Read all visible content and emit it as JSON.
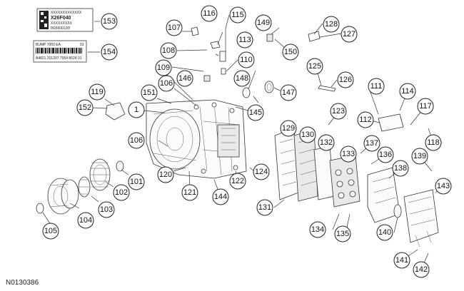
{
  "figure_id": "N0130386",
  "label_153": {
    "lines": [
      "XXXXXXXXXXXXX",
      "X26F040",
      "XXXXXXXXX",
      "8G5600120!"
    ]
  },
  "label_154": {
    "lines": [
      "BUMP 7000 EA",
      "01",
      "A4821 201207 7954 8024 01"
    ]
  },
  "callouts": [
    {
      "n": "1"
    },
    {
      "n": "101"
    },
    {
      "n": "102"
    },
    {
      "n": "103"
    },
    {
      "n": "104"
    },
    {
      "n": "105"
    },
    {
      "n": "106"
    },
    {
      "n": "106"
    },
    {
      "n": "107"
    },
    {
      "n": "108"
    },
    {
      "n": "109"
    },
    {
      "n": "110"
    },
    {
      "n": "111"
    },
    {
      "n": "112"
    },
    {
      "n": "113"
    },
    {
      "n": "114"
    },
    {
      "n": "115"
    },
    {
      "n": "116"
    },
    {
      "n": "117"
    },
    {
      "n": "118"
    },
    {
      "n": "119"
    },
    {
      "n": "120"
    },
    {
      "n": "121"
    },
    {
      "n": "122"
    },
    {
      "n": "123"
    },
    {
      "n": "124"
    },
    {
      "n": "125"
    },
    {
      "n": "126"
    },
    {
      "n": "127"
    },
    {
      "n": "128"
    },
    {
      "n": "129"
    },
    {
      "n": "130"
    },
    {
      "n": "131"
    },
    {
      "n": "132"
    },
    {
      "n": "133"
    },
    {
      "n": "134"
    },
    {
      "n": "135"
    },
    {
      "n": "136"
    },
    {
      "n": "137"
    },
    {
      "n": "138"
    },
    {
      "n": "139"
    },
    {
      "n": "140"
    },
    {
      "n": "141"
    },
    {
      "n": "142"
    },
    {
      "n": "143"
    },
    {
      "n": "144"
    },
    {
      "n": "145"
    },
    {
      "n": "146"
    },
    {
      "n": "147"
    },
    {
      "n": "148"
    },
    {
      "n": "149"
    },
    {
      "n": "150"
    },
    {
      "n": "151"
    },
    {
      "n": "152"
    },
    {
      "n": "153"
    },
    {
      "n": "154"
    }
  ]
}
